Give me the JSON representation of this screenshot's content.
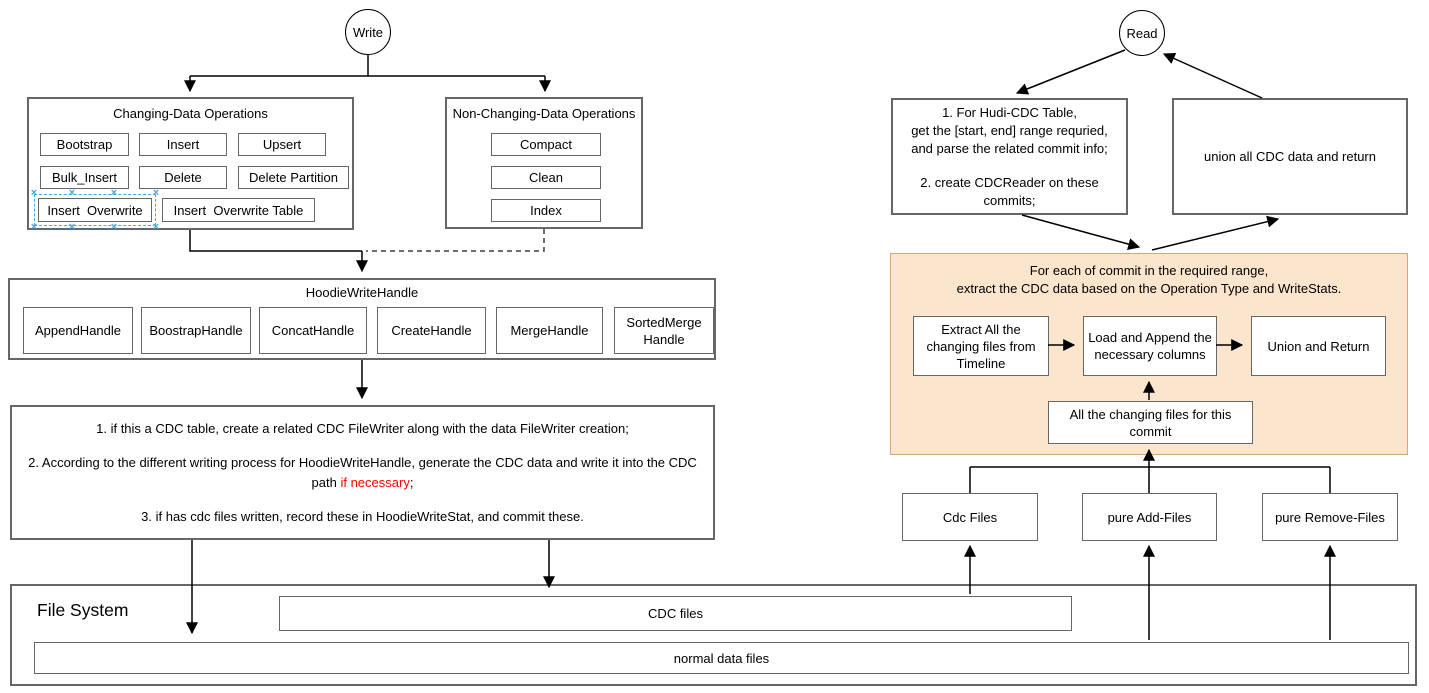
{
  "write_flow": {
    "start_label": "Write",
    "changing_ops": {
      "title": "Changing-Data Operations",
      "items": [
        "Bootstrap",
        "Insert",
        "Upsert",
        "Bulk_Insert",
        "Delete",
        "Delete Partition",
        "Insert  Overwrite",
        "Insert  Overwrite Table"
      ]
    },
    "non_changing_ops": {
      "title": "Non-Changing-Data Operations",
      "items": [
        "Compact",
        "Clean",
        "Index"
      ]
    },
    "write_handle": {
      "title": "HoodieWriteHandle",
      "items": [
        "AppendHandle",
        "BoostrapHandle",
        "ConcatHandle",
        "CreateHandle",
        "MergeHandle",
        "SortedMerge Handle"
      ]
    },
    "cdc_write_steps": {
      "step1": "1. if this a CDC table, create a related CDC FileWriter along with the data FileWriter creation;",
      "step2_prefix": "2. According to the different writing process for HoodieWriteHandle, generate the CDC data and write it into the CDC path ",
      "step2_highlight": "if necessary",
      "step2_suffix": ";",
      "step3": "3. if has cdc files written, record these in HoodieWriteStat, and commit these."
    }
  },
  "read_flow": {
    "start_label": "Read",
    "prepare_box_lines": [
      "1. For Hudi-CDC Table,",
      "get the [start, end] range requried,",
      "and parse the related commit info;",
      "2. create CDCReader on these",
      "commits;"
    ],
    "union_all_label": "union all CDC data and return",
    "per_commit": {
      "title_line1": "For each of commit in the required range,",
      "title_line2": "extract the CDC data based on the Operation Type and WriteStats.",
      "extract_label": "Extract All the changing files from Timeline",
      "load_label": "Load and Append the necessary columns",
      "union_return_label": "Union and Return",
      "changing_files_label": "All the changing files for this commit"
    },
    "file_type_boxes": [
      "Cdc Files",
      "pure Add-Files",
      "pure Remove-Files"
    ]
  },
  "file_system": {
    "title": "File System",
    "cdc_files_label": "CDC files",
    "normal_files_label": "normal data files"
  },
  "colors": {
    "step_highlight": "#ff0000",
    "per_commit_fill": "#fce5cd",
    "per_commit_border": "#d6a77a",
    "shape_border": "#666666",
    "selection_blue": "#45a8e0"
  }
}
